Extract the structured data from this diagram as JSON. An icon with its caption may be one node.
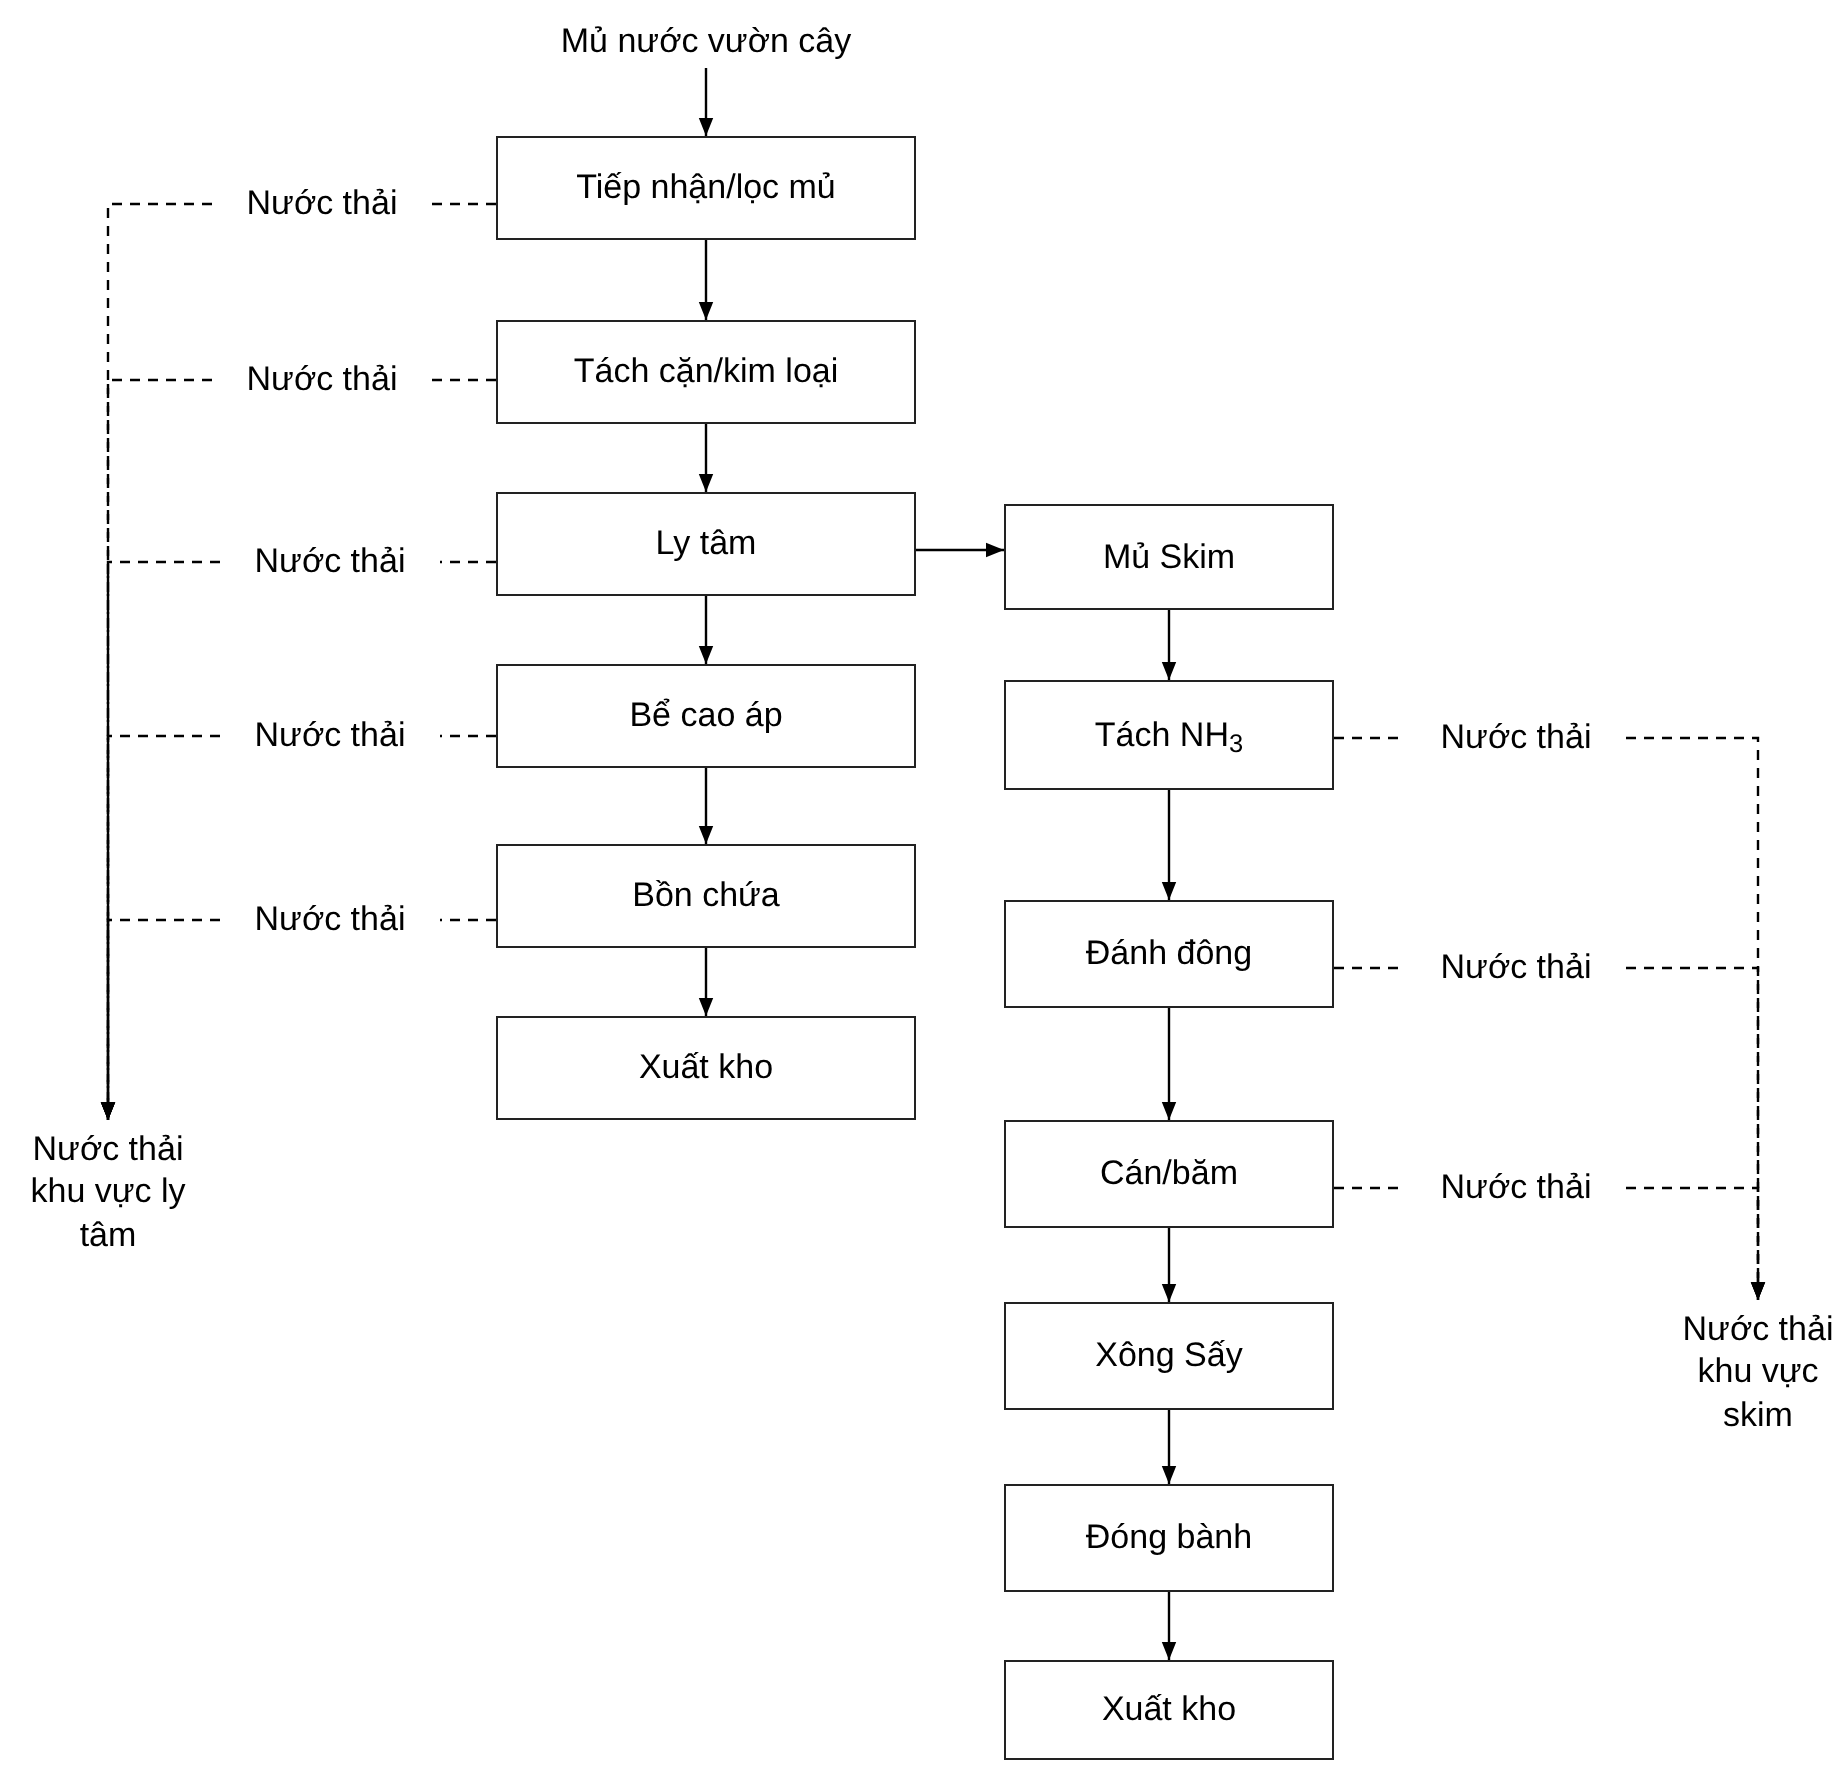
{
  "diagram": {
    "nodes": [
      {
        "text": [
          "Mủ nước vườn cây"
        ]
      },
      {
        "text": [
          "Tiếp nhận/lọc mủ"
        ]
      },
      {
        "text": [
          "Tách cặn/kim loại"
        ]
      },
      {
        "text": [
          "Ly tâm"
        ]
      },
      {
        "text": [
          "Bể cao áp"
        ]
      },
      {
        "text": [
          "Bồn chứa"
        ]
      },
      {
        "text": [
          "Xuất kho"
        ]
      },
      {
        "text": [
          "Mủ Skim"
        ]
      },
      {
        "text": [
          "Tách NH$_{3}$"
        ]
      },
      {
        "text": [
          "Đánh đông"
        ]
      },
      {
        "text": [
          "Cán/băm"
        ]
      },
      {
        "text": [
          "Xông Sấy"
        ]
      },
      {
        "text": [
          "Đóng bành"
        ]
      },
      {
        "text": [
          "Xuất kho"
        ]
      },
      {
        "text": [
          "Nước thải"
        ]
      },
      {
        "text": [
          "Nước thải"
        ]
      },
      {
        "text": [
          "Nước thải"
        ]
      },
      {
        "text": [
          "Nước thải"
        ]
      },
      {
        "text": [
          "Nước thải"
        ]
      },
      {
        "text": [
          "Nước thải khu vực ly tâm"
        ]
      },
      {
        "text": [
          "Nước thải"
        ]
      },
      {
        "text": [
          "Nước thải"
        ]
      },
      {
        "text": [
          "Nước thải"
        ]
      },
      {
        "text": [
          "Nước thải khu vực skim"
        ]
      }
    ],
    "edges": [
      {
        "from": 0,
        "to": 1,
        "arrow": "to"
      },
      {
        "from": 1,
        "to": 2,
        "arrow": "to"
      },
      {
        "from": 2,
        "to": 3,
        "arrow": "to"
      },
      {
        "from": 3,
        "to": 4,
        "arrow": "to"
      },
      {
        "from": 4,
        "to": 5,
        "arrow": "to"
      },
      {
        "from": 5,
        "to": 6,
        "arrow": "to"
      },
      {
        "from": 3,
        "to": 7,
        "arrow": "to"
      },
      {
        "from": 7,
        "to": 8,
        "arrow": "to"
      },
      {
        "from": 8,
        "to": 9,
        "arrow": "to"
      },
      {
        "from": 9,
        "to": 10,
        "arrow": "to"
      },
      {
        "from": 10,
        "to": 11,
        "arrow": "to"
      },
      {
        "from": 11,
        "to": 12,
        "arrow": "to"
      },
      {
        "from": 12,
        "to": 13,
        "arrow": "to"
      },
      {
        "from": 1,
        "to": 14,
        "arrow": "none",
        "style": "dashed"
      },
      {
        "from": 2,
        "to": 15,
        "arrow": "none",
        "style": "dashed"
      },
      {
        "from": 3,
        "to": 16,
        "arrow": "none",
        "style": "dashed"
      },
      {
        "from": 4,
        "to": 17,
        "arrow": "none",
        "style": "dashed"
      },
      {
        "from": 5,
        "to": 18,
        "arrow": "none",
        "style": "dashed"
      },
      {
        "from": 14,
        "to": 19,
        "arrow": "to",
        "style": "dashed"
      },
      {
        "from": 15,
        "to": 19,
        "arrow": "to",
        "style": "dashed"
      },
      {
        "from": 16,
        "to": 19,
        "arrow": "to",
        "style": "dashed"
      },
      {
        "from": 17,
        "to": 19,
        "arrow": "to",
        "style": "dashed"
      },
      {
        "from": 18,
        "to": 19,
        "arrow": "to",
        "style": "dashed"
      },
      {
        "from": 8,
        "to": 20,
        "arrow": "none",
        "style": "dashed"
      },
      {
        "from": 9,
        "to": 21,
        "arrow": "none",
        "style": "dashed"
      },
      {
        "from": 10,
        "to": 22,
        "arrow": "none",
        "style": "dashed"
      },
      {
        "from": 20,
        "to": 23,
        "arrow": "to",
        "style": "dashed"
      },
      {
        "from": 21,
        "to": 23,
        "arrow": "to",
        "style": "dashed"
      },
      {
        "from": 22,
        "to": 23,
        "arrow": "to",
        "style": "dashed"
      }
    ]
  }
}
